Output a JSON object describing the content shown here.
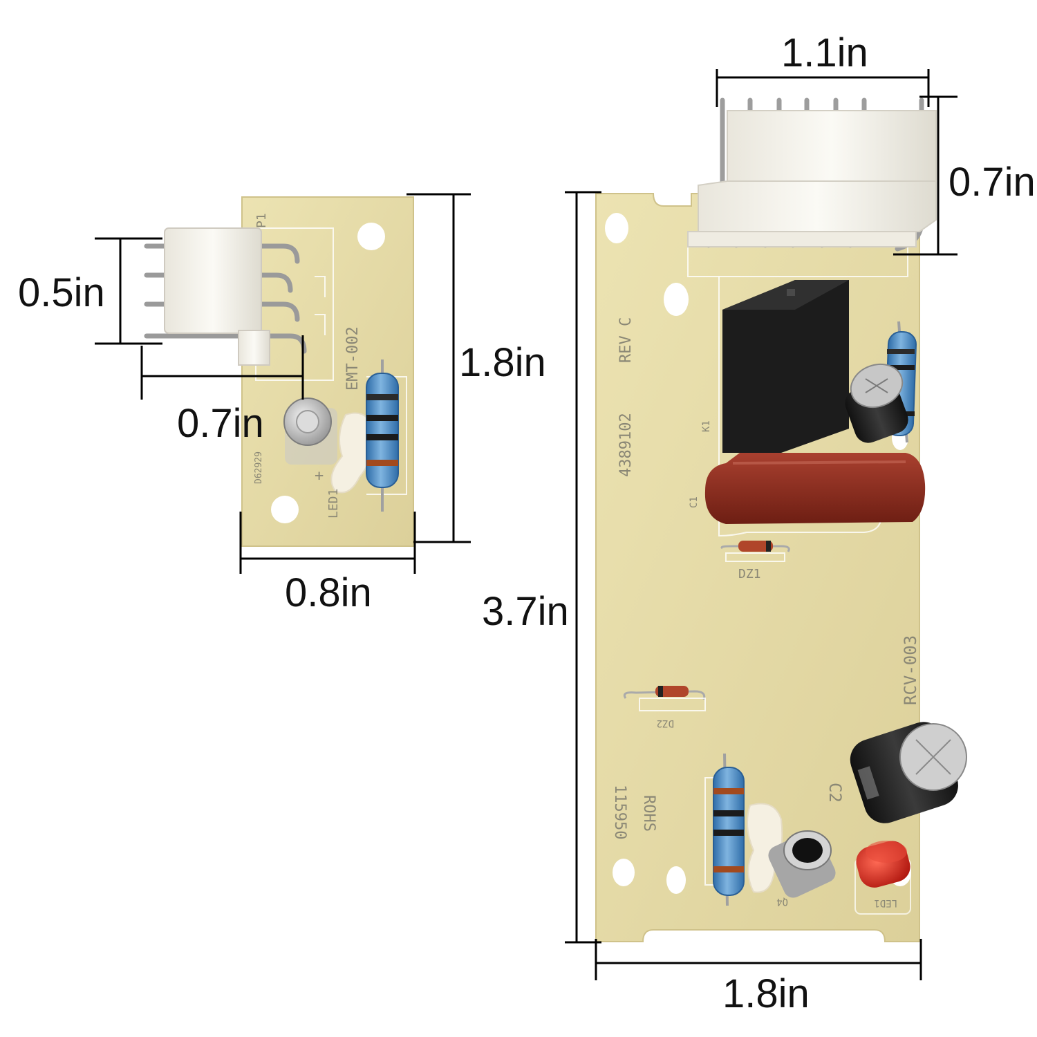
{
  "dimensions": {
    "small_board_connector_height": "0.5in",
    "small_board_connector_width": "0.7in",
    "small_board_height": "1.8in",
    "small_board_width": "0.8in",
    "large_board_connector_width": "1.1in",
    "large_board_connector_height": "0.7in",
    "large_board_height": "3.7in",
    "large_board_width": "1.8in"
  },
  "small_board": {
    "model_label": "EMT-002",
    "code_label": "D62929",
    "header_label": "P1",
    "led_label": "LED1",
    "polarity_mark": "+"
  },
  "large_board": {
    "rev_label": "REV C",
    "part_number": "4389102",
    "model_label": "RCV-003",
    "batch_label": "115950",
    "rohs_label": "ROHS",
    "relay_label": "K1",
    "cap1_label": "C1",
    "cap2_label": "C2",
    "diode1_label": "DZ1",
    "diode2_label": "DZ2",
    "transistor_label": "Q4",
    "led_label": "LED1"
  },
  "colors": {
    "pcb": "#e7dca6",
    "pcb_edge": "#cfc28a",
    "connector": "#f4f2ea",
    "relay": "#1f1f1f",
    "film_cap": "#8e2a1c",
    "resistor": "#4f8fc8",
    "led_red": "#d8261c",
    "dim_line": "#000000"
  }
}
